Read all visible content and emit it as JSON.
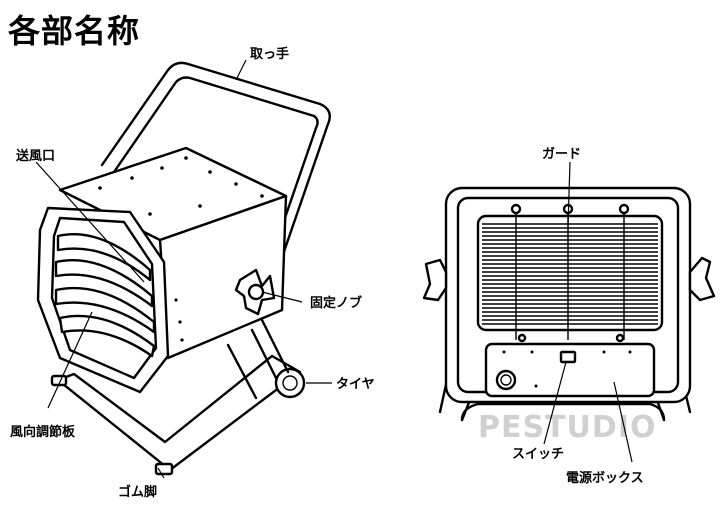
{
  "title": "各部名称",
  "labels": {
    "handle": "取っ手",
    "outlet": "送風口",
    "louver": "風向調節板",
    "knob": "固定ノブ",
    "tire": "タイヤ",
    "foot": "ゴム脚",
    "guard": "ガード",
    "switch": "スイッチ",
    "power_box": "電源ボックス"
  },
  "watermark": "PESTUDIO",
  "colors": {
    "line": "#000000",
    "background": "#ffffff",
    "watermark": "#d0d0d0"
  }
}
